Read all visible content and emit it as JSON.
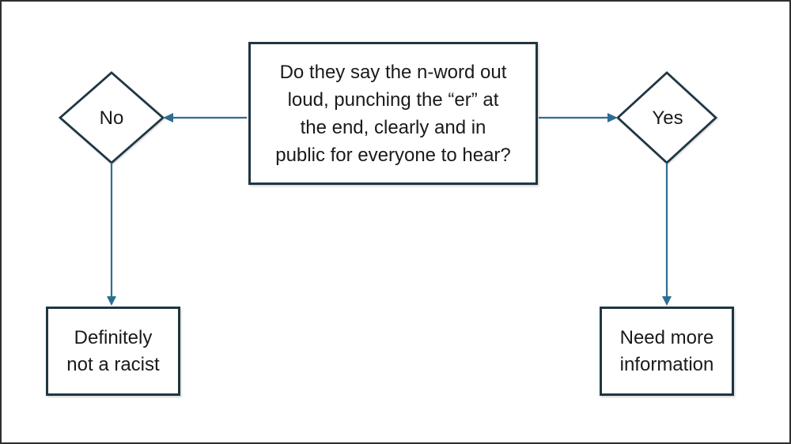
{
  "diagram": {
    "type": "flowchart",
    "nodes": {
      "question": {
        "shape": "rectangle",
        "text": "Do they say the n-word out loud, punching the “er” at the end, clearly and in public for everyone to hear?",
        "lines": [
          "Do they say the n-word out",
          "loud, punching the “er” at",
          "the end, clearly and in",
          "public for everyone to hear?"
        ]
      },
      "no": {
        "shape": "diamond",
        "label": "No"
      },
      "yes": {
        "shape": "diamond",
        "label": "Yes"
      },
      "not_racist": {
        "shape": "rectangle",
        "text": "Definitely not a racist",
        "lines": [
          "Definitely",
          "not a racist"
        ]
      },
      "need_info": {
        "shape": "rectangle",
        "text": "Need more information",
        "lines": [
          "Need more",
          "information"
        ]
      }
    },
    "edges": [
      {
        "from": "question",
        "to": "no",
        "direction": "left"
      },
      {
        "from": "question",
        "to": "yes",
        "direction": "right"
      },
      {
        "from": "no",
        "to": "not_racist",
        "direction": "down"
      },
      {
        "from": "yes",
        "to": "need_info",
        "direction": "down"
      }
    ]
  },
  "colors": {
    "shape_border": "#1f3642",
    "arrow": "#2e6d93",
    "text": "#1a1a1a",
    "background": "#ffffff",
    "frame_border": "#2e2e2e"
  }
}
